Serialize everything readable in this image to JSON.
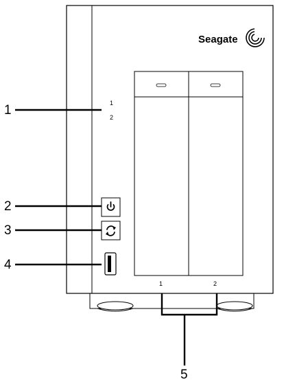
{
  "brand": {
    "name": "Seagate"
  },
  "front_panel": {
    "indicator_labels": [
      "1",
      "2"
    ],
    "bay_labels": [
      "1",
      "2"
    ]
  },
  "callouts": [
    "1",
    "2",
    "3",
    "4",
    "5"
  ],
  "icons": {
    "power_button": "power-icon",
    "backup_button": "sync-icon",
    "usb_port": "usb-port",
    "logo_mark": "seagate-swirl-logo"
  }
}
